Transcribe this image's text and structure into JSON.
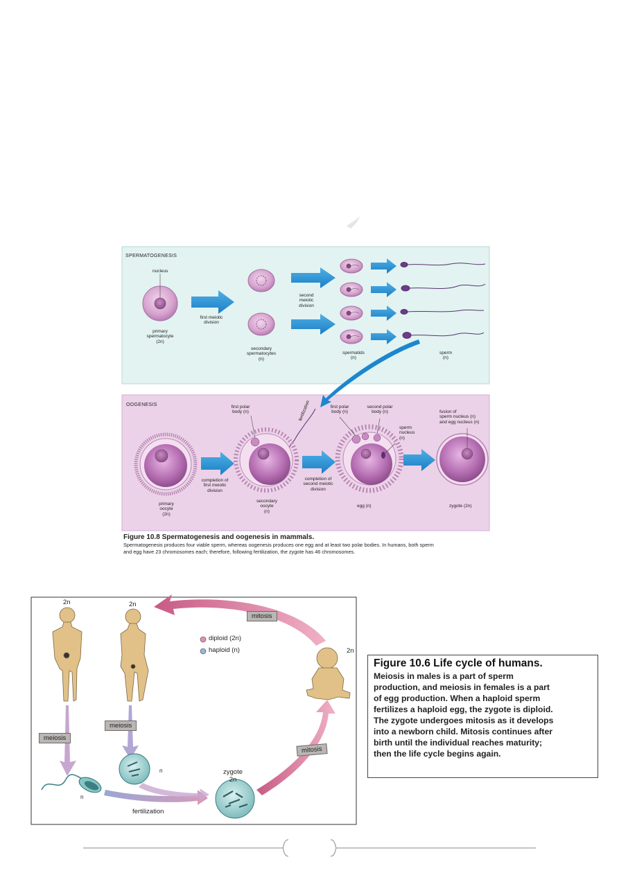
{
  "figure_10_8": {
    "spermatogenesis": {
      "header": "SPERMATOGENESIS",
      "nucleus": "nucleus",
      "primary_spermatocyte": [
        "primary",
        "spermatocyte",
        "(2n)"
      ],
      "first_meiotic_division": [
        "first meiotic",
        "division"
      ],
      "secondary_spermatocytes": [
        "secondary",
        "spermatocytes",
        "(n)"
      ],
      "second_meiotic_division": [
        "second",
        "meiotic",
        "division"
      ],
      "spermatids": [
        "spermatids",
        "(n)"
      ],
      "sperm": [
        "sperm",
        "(n)"
      ]
    },
    "oogenesis": {
      "header": "OOGENESIS",
      "first_polar_body_left": [
        "first polar",
        "body (n)"
      ],
      "fertilization": "fertilization",
      "first_polar_body_right": [
        "first polar",
        "body (n)"
      ],
      "second_polar_body": [
        "second polar",
        "body (n)"
      ],
      "sperm_nucleus": [
        "sperm",
        "nucleus",
        "(n)"
      ],
      "fusion": [
        "fusion of",
        "sperm nucleus (n)",
        "and egg nucleus (n)"
      ],
      "completion_first": [
        "completion of",
        "first meiotic",
        "division"
      ],
      "completion_second": [
        "completion of",
        "second meiotic",
        "division"
      ],
      "primary_oocyte": [
        "primary",
        "oocyte",
        "(2n)"
      ],
      "secondary_oocyte": [
        "secondary",
        "oocyte",
        "(n)"
      ],
      "egg": "egg (n)",
      "zygote": "zygote (2n)"
    },
    "caption": {
      "title": "Figure 10.8 Spermatogenesis and oogenesis in mammals.",
      "line1": "Spermatogenesis produces four viable sperm, whereas oogenesis produces one egg and at least two polar bodies. In humans, both sperm",
      "line2": "and egg have 23 chromosomes each; therefore, following fertilization, the zygote has 46 chromosomes."
    }
  },
  "life_cycle": {
    "male_ploidy": "2n",
    "female_ploidy": "2n",
    "baby_ploidy": "2n",
    "mitosis_top": "mitosis",
    "legend_diploid": "diploid (2n)",
    "legend_haploid": "haploid (n)",
    "meiosis_male": "meiosis",
    "meiosis_female": "meiosis",
    "egg_n": "n",
    "sperm_n": "n",
    "zygote": "zygote",
    "zygote_ploidy": "2n",
    "fertilization": "fertilization",
    "mitosis_right": "mitosis",
    "colors": {
      "diploid": "#e58fae",
      "haploid": "#9db4d8"
    }
  },
  "figure_10_6": {
    "title": "Figure 10.6  Life cycle of humans.",
    "lines": [
      "Meiosis in males is a part of sperm",
      "production, and meiosis in females is a part",
      "of egg production. When a haploid sperm",
      "fertilizes a haploid egg, the zygote is diploid.",
      "The zygote undergoes mitosis as it develops",
      "into a newborn child. Mitosis continues after",
      "birth until the individual reaches maturity;",
      "then the life cycle begins again."
    ]
  }
}
